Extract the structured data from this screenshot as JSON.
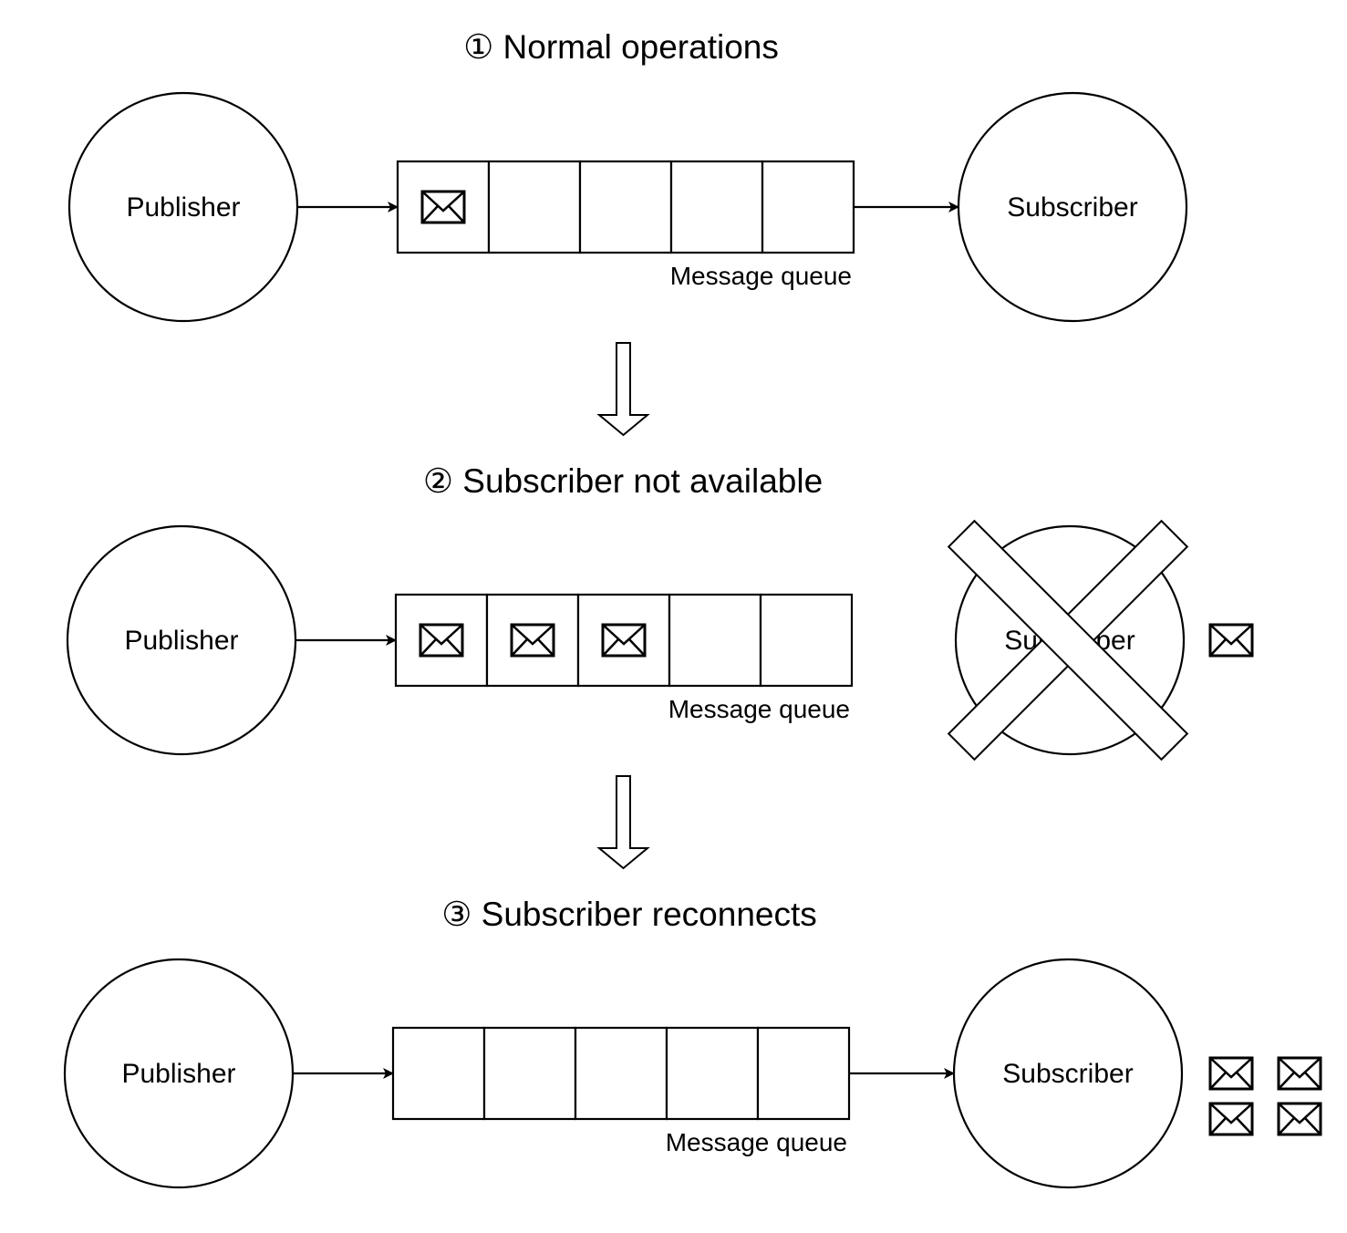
{
  "stages": [
    {
      "title": "① Normal operations",
      "publisher": "Publisher",
      "queue_label": "Message queue",
      "subscriber": "Subscriber",
      "subscriber_available": true,
      "messages_in_queue": 1,
      "messages_at_subscriber": 0
    },
    {
      "title": "② Subscriber not available",
      "publisher": "Publisher",
      "queue_label": "Message queue",
      "subscriber": "Subscriber",
      "subscriber_available": false,
      "messages_in_queue": 3,
      "messages_at_subscriber": 1
    },
    {
      "title": "③ Subscriber reconnects",
      "publisher": "Publisher",
      "queue_label": "Message queue",
      "subscriber": "Subscriber",
      "subscriber_available": true,
      "messages_in_queue": 0,
      "messages_at_subscriber": 4
    }
  ]
}
